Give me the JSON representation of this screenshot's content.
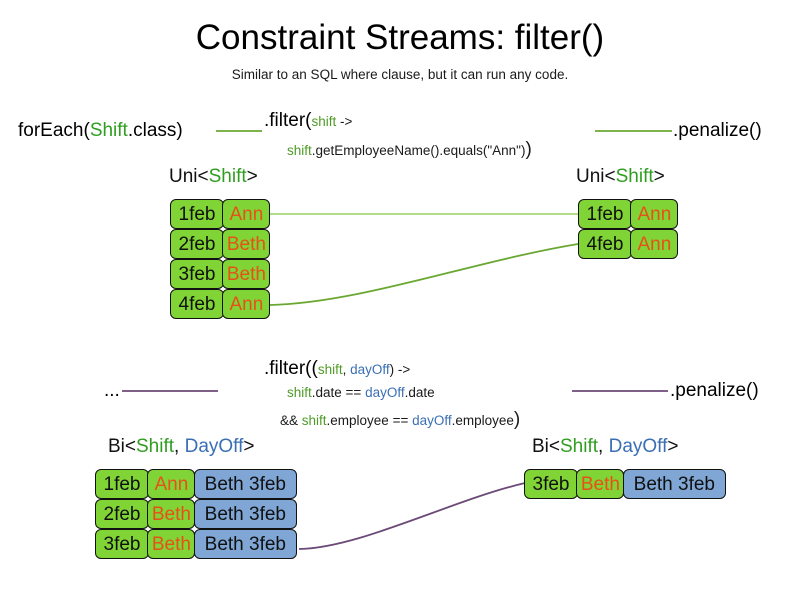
{
  "title": "Constraint Streams: filter()",
  "subtitle": "Similar to an SQL where clause, but it can run any code.",
  "uni_section": {
    "source_label": "forEach(",
    "source_type": "Shift",
    "source_label_tail": ".class)",
    "filter_open": ".filter(",
    "filter_param": "shift",
    "filter_arrow": " ->",
    "filter_body_var": "shift",
    "filter_body_rest": ".getEmployeeName().equals(\"Ann\")",
    "filter_close": ")",
    "sink_label": ".penalize()",
    "left_type_prefix": "Uni<",
    "left_type_arg": "Shift",
    "left_type_suffix": ">",
    "right_type_prefix": "Uni<",
    "right_type_arg": "Shift",
    "right_type_suffix": ">",
    "left_rows": [
      {
        "date": "1feb",
        "employee": "Ann"
      },
      {
        "date": "2feb",
        "employee": "Beth"
      },
      {
        "date": "3feb",
        "employee": "Beth"
      },
      {
        "date": "4feb",
        "employee": "Ann"
      }
    ],
    "right_rows": [
      {
        "date": "1feb",
        "employee": "Ann"
      },
      {
        "date": "4feb",
        "employee": "Ann"
      }
    ]
  },
  "bi_section": {
    "source_label": "...",
    "filter_open": ".filter((",
    "filter_param_a": "shift",
    "filter_param_comma": ", ",
    "filter_param_b": "dayOff",
    "filter_arrow": ") ->",
    "line2_a": "shift",
    "line2_mid": ".date == ",
    "line2_b": "dayOff",
    "line2_tail": ".date",
    "line3_lead": "&& ",
    "line3_a": "shift",
    "line3_mid": ".employee == ",
    "line3_b": "dayOff",
    "line3_tail": ".employee",
    "filter_close": ")",
    "sink_label": ".penalize()",
    "left_type_prefix": "Bi<",
    "left_type_arg1": "Shift",
    "left_type_comma": ", ",
    "left_type_arg2": "DayOff",
    "left_type_suffix": ">",
    "right_type_prefix": "Bi<",
    "right_type_arg1": "Shift",
    "right_type_comma": ", ",
    "right_type_arg2": "DayOff",
    "right_type_suffix": ">",
    "left_rows": [
      {
        "date": "1feb",
        "employee": "Ann",
        "dayoff": "Beth 3feb"
      },
      {
        "date": "2feb",
        "employee": "Beth",
        "dayoff": "Beth 3feb"
      },
      {
        "date": "3feb",
        "employee": "Beth",
        "dayoff": "Beth 3feb"
      }
    ],
    "right_rows": [
      {
        "date": "3feb",
        "employee": "Beth",
        "dayoff": "Beth 3feb"
      }
    ]
  },
  "colors": {
    "green_box": "#80d435",
    "blue_box": "#7fa6d4",
    "green_link": "#6aa832",
    "green_link_light": "#a8d878",
    "purple_link": "#6c4a78",
    "employee_text": "#e8501a",
    "type_green": "#2f9e20",
    "type_blue": "#3a6fb5"
  }
}
